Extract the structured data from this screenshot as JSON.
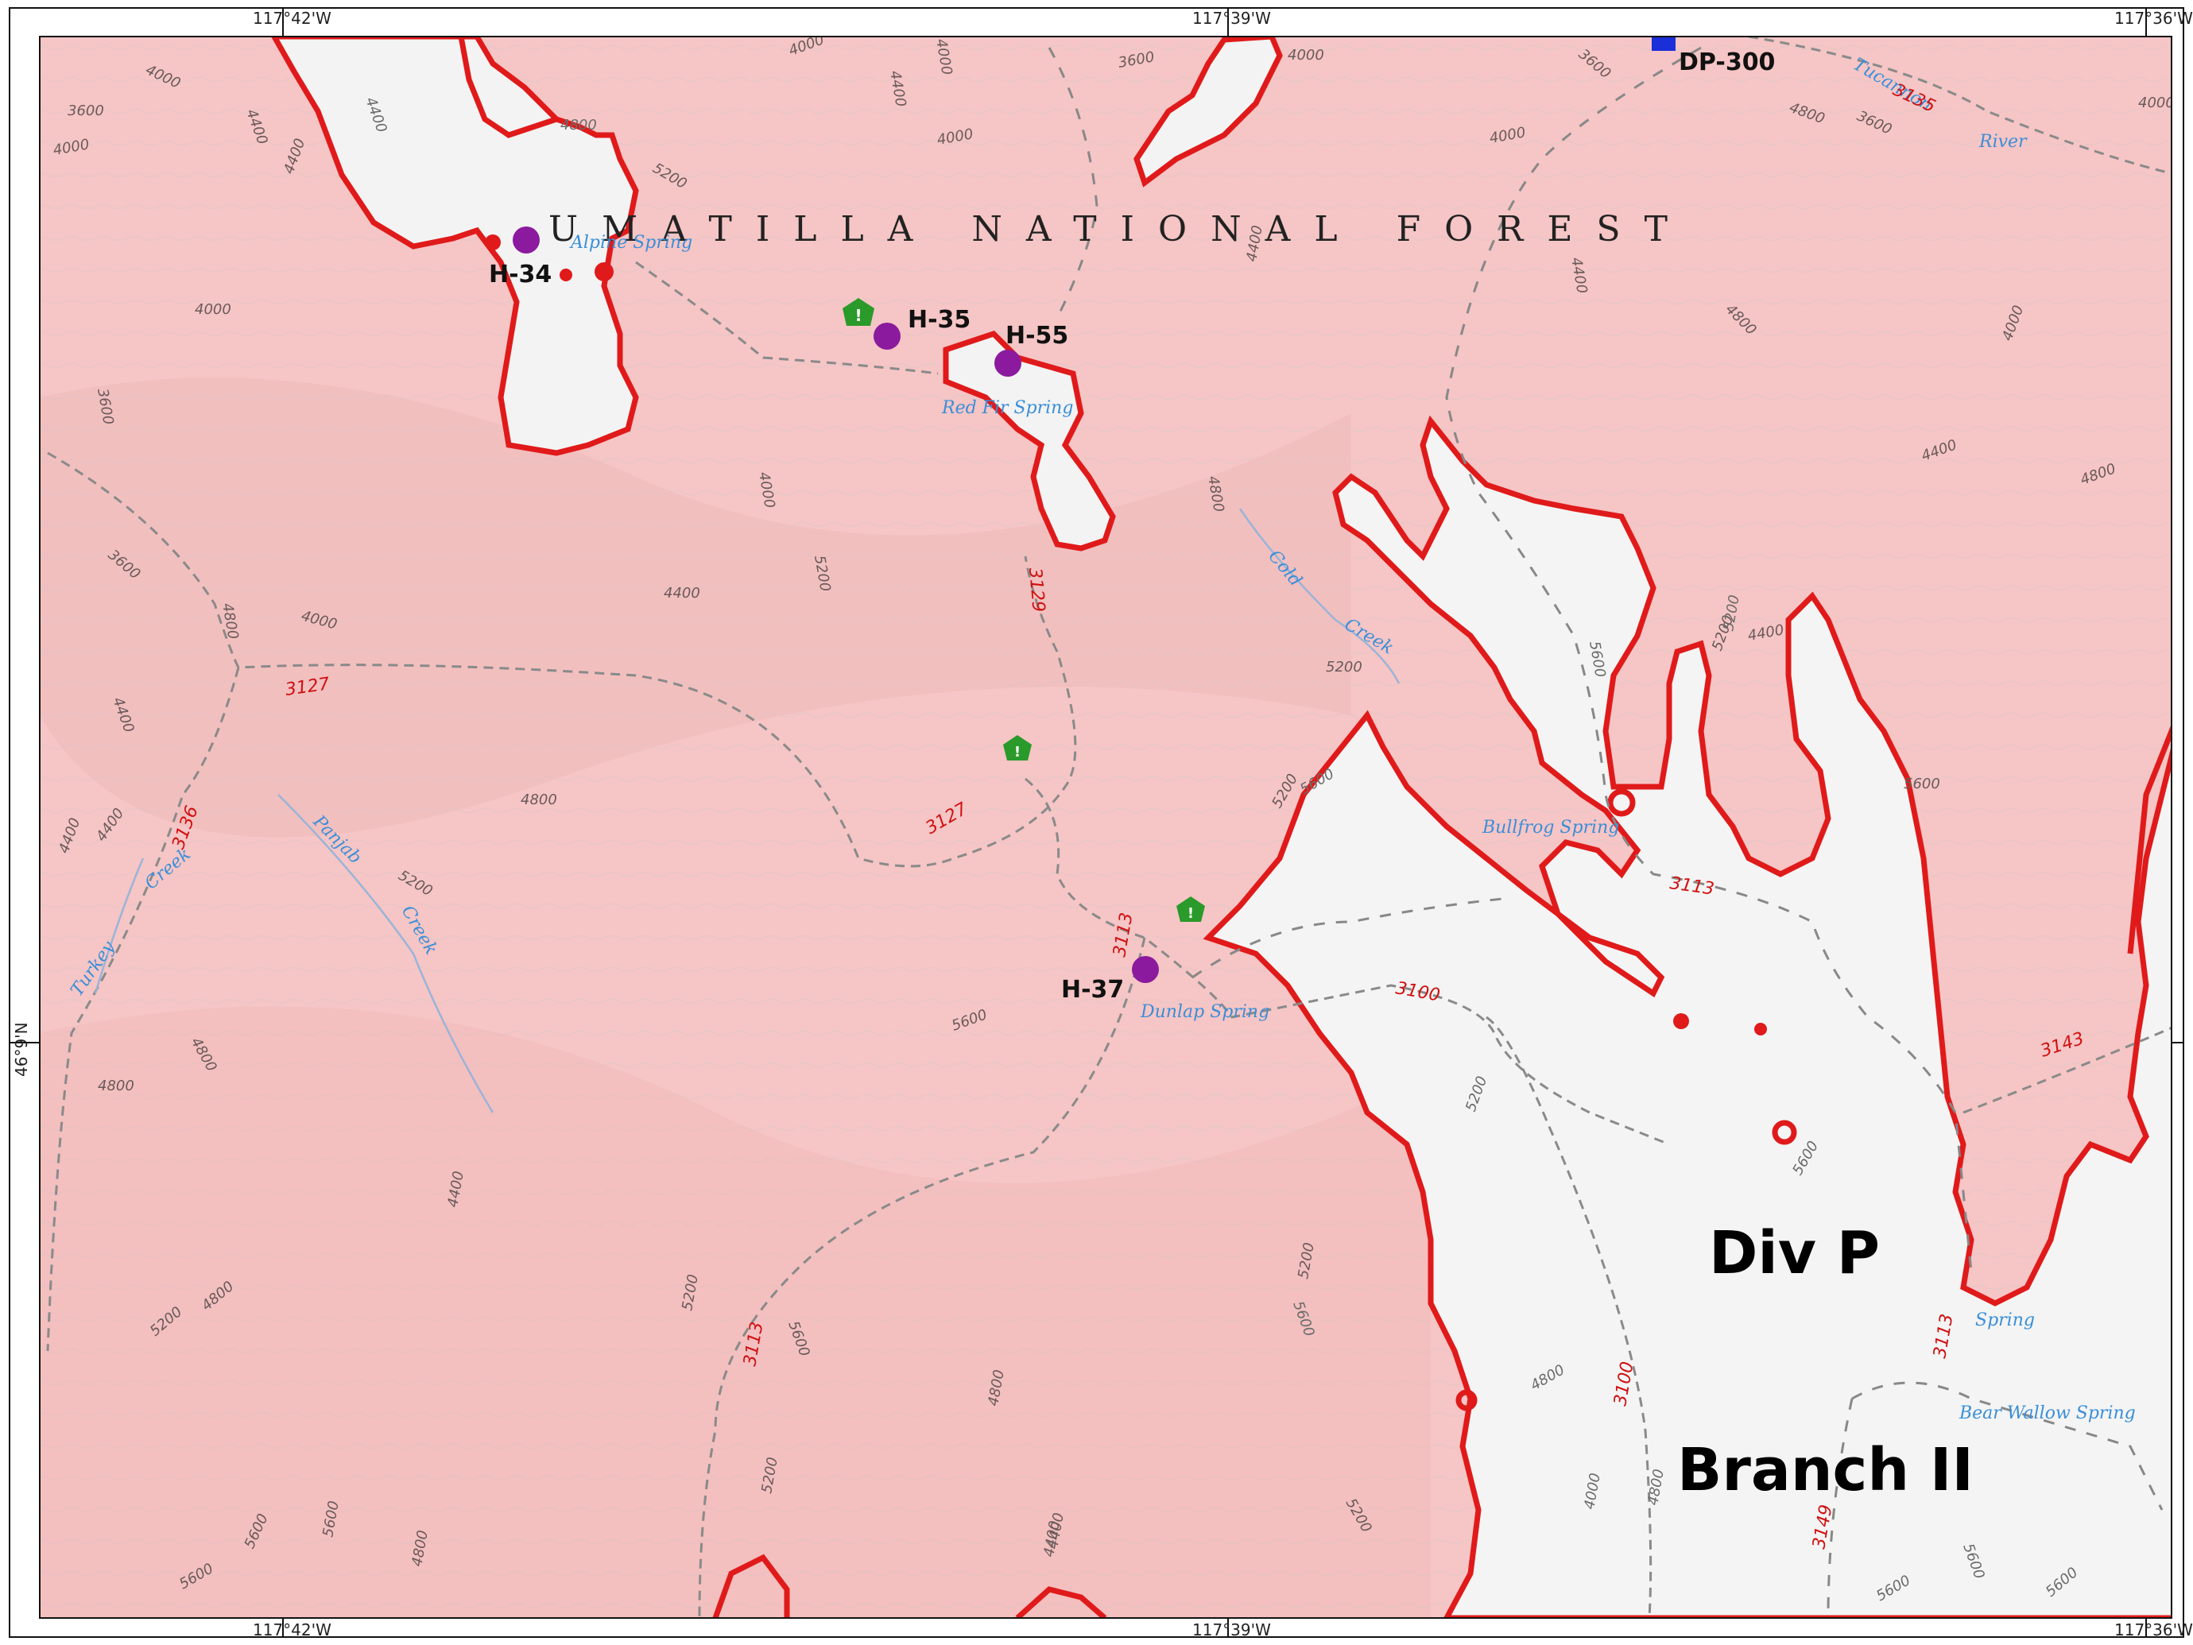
{
  "map": {
    "forest_name": "UMATILLA NATIONAL FOREST",
    "division_label": "Div P",
    "branch_label": "Branch II",
    "colors": {
      "fire_area": "#f7c8c8",
      "unburned": "#f4f4f4",
      "perimeter": "#e01a1a",
      "creek": "#3a8fd8",
      "marker_purple": "#8b1a9e",
      "marker_green": "#2a9a2a"
    }
  },
  "graticule": {
    "top": [
      "117°42'W",
      "117°39'W",
      "117°36'W"
    ],
    "bottom": [
      "117°42'W",
      "117°39'W",
      "117°36'W"
    ],
    "left": "46°9'N"
  },
  "points": {
    "H-34": "H-34",
    "H-35": "H-35",
    "H-55": "H-55",
    "H-37": "H-37",
    "DP-300": "DP-300"
  },
  "springs": {
    "alpine": "Alpine Spring",
    "red_fir": "Red Fir Spring",
    "dunlap": "Dunlap Spring",
    "bullfrog": "Bullfrog Spring",
    "bear_wallow": "Bear Wallow Spring",
    "spring": "Spring"
  },
  "creeks": {
    "cold": "Cold",
    "cold_creek": "Creek",
    "panjab": "Panjab",
    "panjab_creek": "Creek",
    "turkey": "Turkey",
    "turkey_creek": "Creek",
    "tucannon": "Tucannon",
    "river": "River"
  },
  "roads": {
    "r3127a": "3127",
    "r3127b": "3127",
    "r3136": "3136",
    "r3129": "3129",
    "r3113a": "3113",
    "r3113b": "3113",
    "r3113c": "3113",
    "r3113d": "3113",
    "r3100a": "3100",
    "r3100b": "3100",
    "r3143": "3143",
    "r3149": "3149",
    "r3135": "3135"
  },
  "contours": {
    "c1": "4000",
    "c2": "4400",
    "c3": "3600",
    "c4": "4000",
    "c5": "4400",
    "c6": "4800",
    "c7": "5200",
    "c8": "4400",
    "c9": "4000",
    "c10": "4000",
    "c11": "4400",
    "c12": "4000",
    "c13": "3600",
    "c14": "4000",
    "c15": "4400",
    "c16": "3600",
    "c17": "4000",
    "c18": "4800",
    "c19": "4000",
    "c20": "4800",
    "c21": "4400",
    "c22": "3600",
    "c23": "4000",
    "c24": "4400",
    "c25": "5200",
    "c26": "4800",
    "c27": "3600",
    "c28": "3600",
    "c29": "4000",
    "c30": "4400",
    "c31": "4800",
    "c32": "4000",
    "c33": "4400",
    "c34": "4000",
    "c35": "4800",
    "c36": "4400",
    "c37": "4400",
    "c38": "5200",
    "c39": "5600",
    "c40": "5200",
    "c41": "5200",
    "c42": "5600",
    "c43": "4800",
    "c44": "5200",
    "c45": "4400",
    "c46": "4800",
    "c47": "5200",
    "c48": "5600",
    "c49": "5600",
    "c50": "4800",
    "c51": "4800",
    "c52": "4400",
    "c53": "5200",
    "c54": "5600",
    "c55": "5600",
    "c56": "5200",
    "c57": "5200",
    "c58": "4800",
    "c59": "4800",
    "c60": "4400",
    "c61": "4000",
    "c62": "5600",
    "c63": "5200",
    "c64": "5600",
    "c65": "5600",
    "c66": "4800",
    "c67": "5200",
    "c68": "5600",
    "c69": "5200",
    "c70": "4400",
    "c71": "5600",
    "c72": "4800",
    "c73": "5600",
    "c74": "5600"
  }
}
